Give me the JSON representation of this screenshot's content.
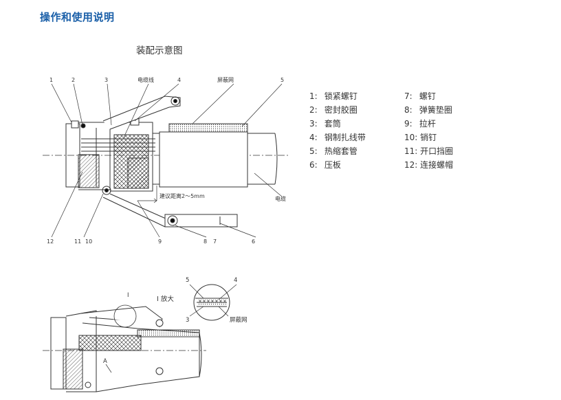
{
  "page": {
    "title": "操作和使用说明",
    "caption": "装配示意图"
  },
  "callouts": {
    "n1": "1",
    "n2": "2",
    "n3": "3",
    "n4": "4",
    "n5": "5",
    "n6": "6",
    "n7": "7",
    "n8": "8",
    "n9": "9",
    "n10": "10",
    "n11": "11",
    "n12": "12",
    "wire": "电缆线",
    "shield_net": "屏蔽网",
    "cable": "电缆",
    "distance_note": "建议距离2～5mm"
  },
  "detail": {
    "label_I": "I",
    "label_magnify": "I 放大",
    "label_A": "A",
    "n5": "5",
    "n4": "4",
    "n3": "3",
    "shield_net": "屏蔽网"
  },
  "parts": {
    "left": [
      {
        "num": "1:",
        "name": "锁紧螺钉"
      },
      {
        "num": "2:",
        "name": "密封胶圈"
      },
      {
        "num": "3:",
        "name": "套筒"
      },
      {
        "num": "4:",
        "name": "钢制扎线带"
      },
      {
        "num": "5:",
        "name": "热缩套管"
      },
      {
        "num": "6:",
        "name": "压板"
      }
    ],
    "right": [
      {
        "num": "7:",
        "name": "螺钉"
      },
      {
        "num": "8:",
        "name": "弹簧垫圈"
      },
      {
        "num": "9:",
        "name": "拉杆"
      },
      {
        "num": "10:",
        "name": "销钉"
      },
      {
        "num": "11:",
        "name": "开口挡圈"
      },
      {
        "num": "12:",
        "name": "连接螺帽"
      }
    ]
  },
  "colors": {
    "title": "#1a5fa8",
    "line": "#333333"
  }
}
